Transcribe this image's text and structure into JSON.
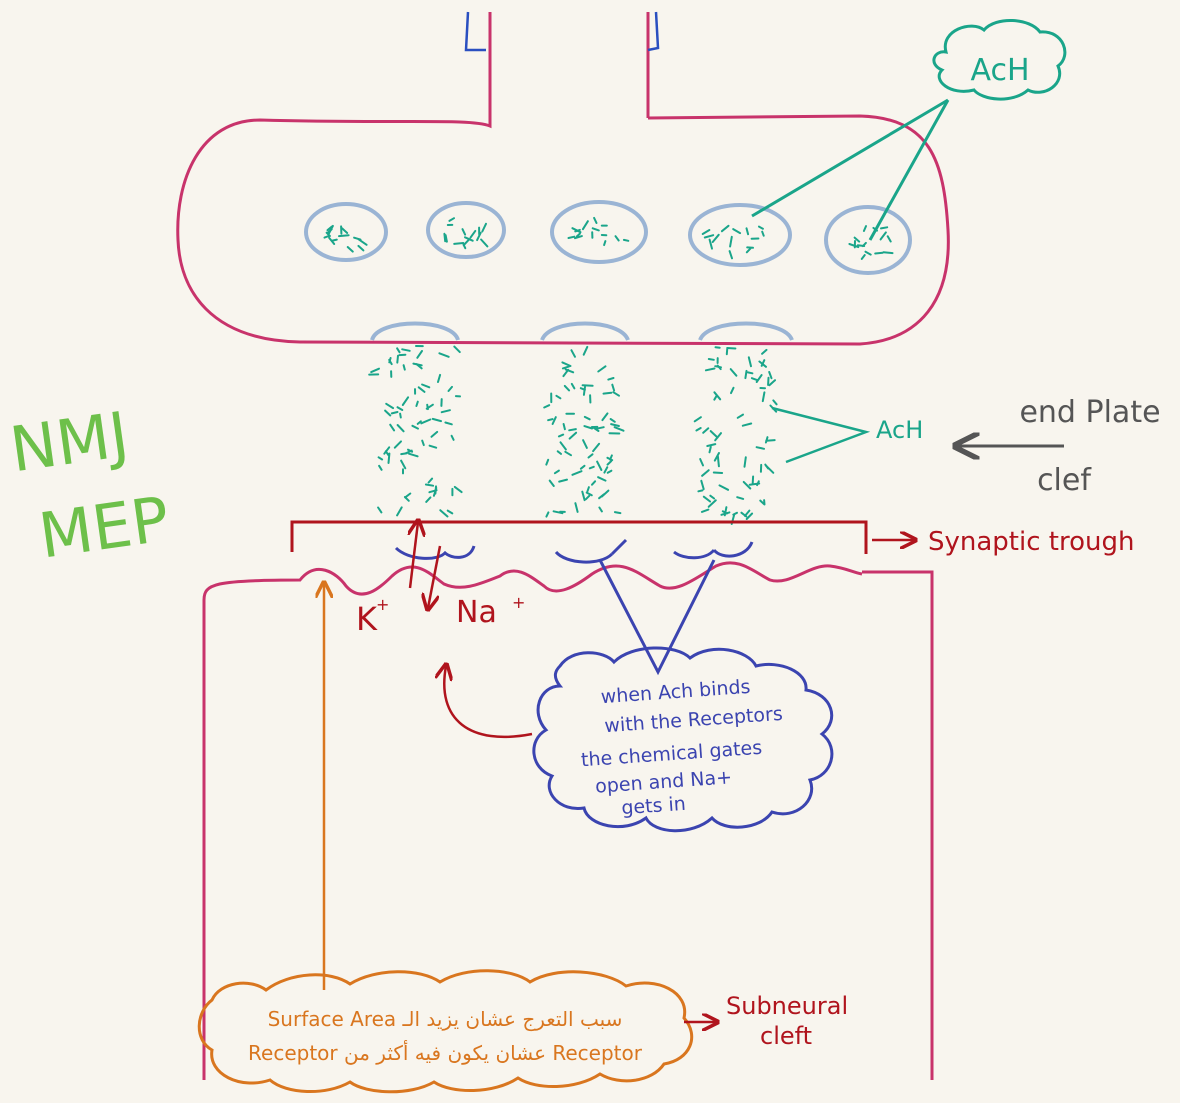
{
  "labels": {
    "ach_cloud": "AcH",
    "ach_cleft": "AcH",
    "end_plate_cleft_line1": "end Plate",
    "end_plate_cleft_line2": "clef",
    "nmj": "NMJ",
    "mep": "MEP",
    "synaptic_trough": "Synaptic trough",
    "k_ion": "K",
    "na_ion": "Na",
    "ion_charge": "+",
    "subneural_cleft_line1": "Subneural",
    "subneural_cleft_line2": "cleft"
  },
  "receptor_note": {
    "lines": [
      "when Ach binds",
      "with the Receptors",
      "the chemical gates",
      "open and Na+",
      "gets in"
    ]
  },
  "surface_note": {
    "line1": "Surface Area سبب التعرج عشان يزيد الـ",
    "line2": "Receptor عشان يكون فيه أكثر من Receptor"
  },
  "colors": {
    "background": "#f8f5ee",
    "membrane": "#c8336b",
    "vesicle": "#9ab4d4",
    "ach": "#1aa58a",
    "receptor": "#3b44b0",
    "nmj_text": "#6dc04a",
    "dark_red": "#b0141d",
    "orange": "#d9761f",
    "gray": "#555555"
  }
}
